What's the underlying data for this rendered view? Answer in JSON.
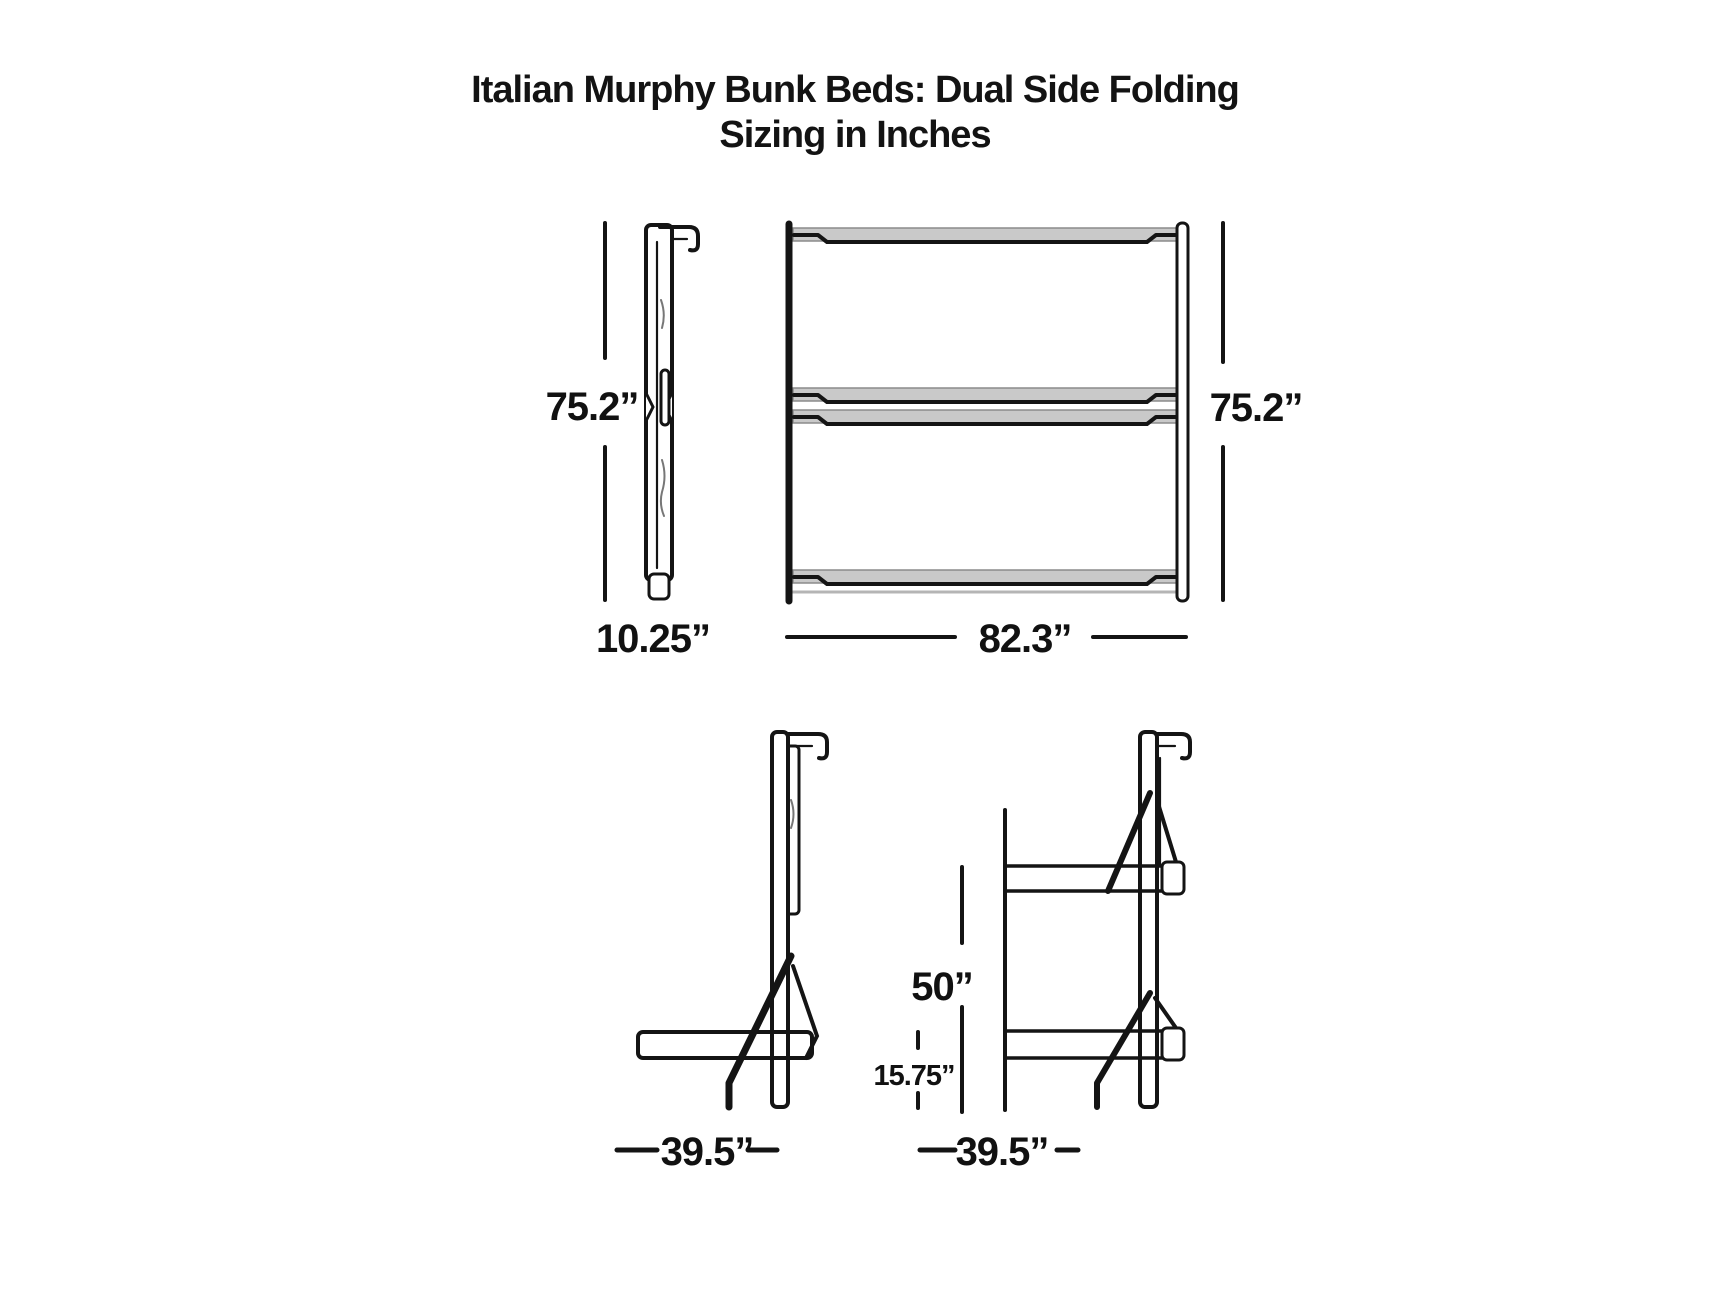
{
  "title": {
    "line1": "Italian Murphy Bunk Beds: Dual Side Folding",
    "line2": "Sizing in Inches"
  },
  "diagrams": {
    "folded_side_view": {
      "height": "75.2”",
      "depth": "10.25”"
    },
    "folded_front_view": {
      "height": "75.2”",
      "width": "82.3”"
    },
    "open_single_side_view": {
      "depth": "39.5”"
    },
    "open_bunk_side_view": {
      "upper_bunk_height": "50”",
      "lower_bunk_platform_height": "15.75”",
      "depth": "39.5”"
    }
  },
  "colors": {
    "line": "#141414",
    "rail_fill": "#c9c9c9",
    "rail_edge": "#8b8b8b",
    "text": "#111111",
    "background": "#ffffff"
  }
}
